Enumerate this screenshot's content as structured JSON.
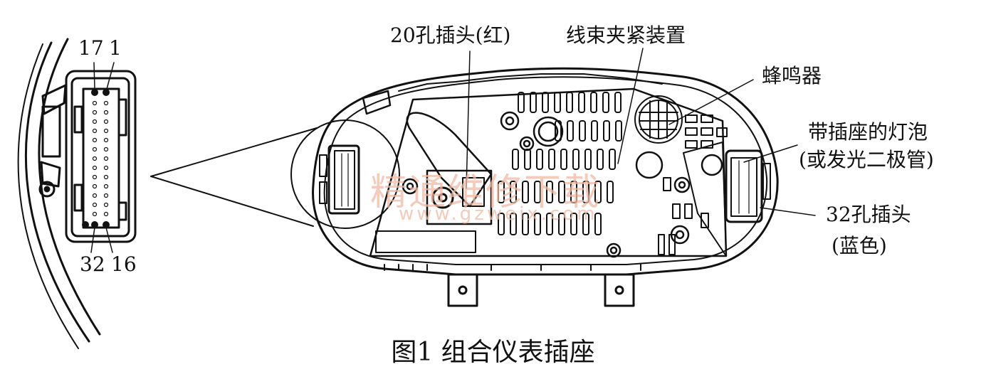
{
  "labels": {
    "connector_20": "20孔插头(红)",
    "harness_clamp": "线束夹紧装置",
    "buzzer": "蜂鸣器",
    "bulb_line1": "带插座的灯泡",
    "bulb_line2": "(或发光二极管)",
    "connector_32_line1": "32孔插头",
    "connector_32_line2": "(蓝色)"
  },
  "pins": {
    "top_left": "17",
    "top_right": "1",
    "bottom_left": "32",
    "bottom_right": "16"
  },
  "watermark": {
    "cn": "精通维修下载",
    "url": "www.gzweix.com"
  },
  "caption": "图1 组合仪表插座"
}
